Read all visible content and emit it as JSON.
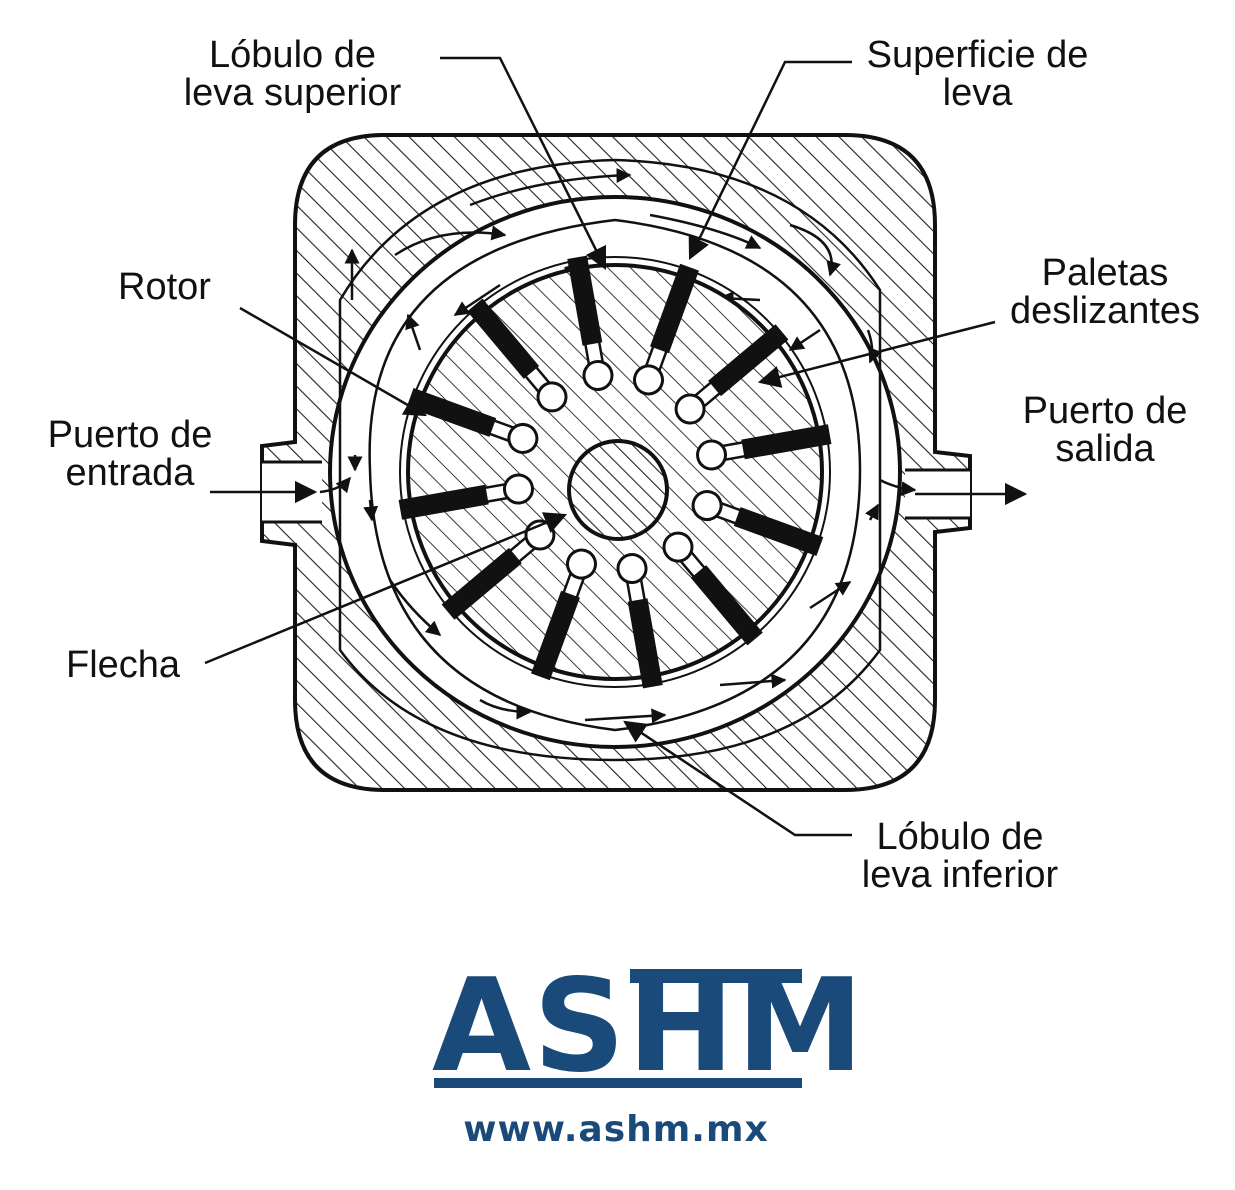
{
  "labels": {
    "lobulo_superior": [
      "Lóbulo de",
      "leva superior"
    ],
    "superficie_leva": [
      "Superficie de",
      "leva"
    ],
    "rotor": [
      "Rotor"
    ],
    "paletas": [
      "Paletas",
      "deslizantes"
    ],
    "puerto_entrada": [
      "Puerto de",
      "entrada"
    ],
    "puerto_salida": [
      "Puerto de",
      "salida"
    ],
    "flecha": [
      "Flecha"
    ],
    "lobulo_inferior": [
      "Lóbulo de",
      "leva inferior"
    ]
  },
  "logo": {
    "text": "ASHM",
    "url": "www.ashm.mx",
    "color": "#1a4a7a"
  },
  "colors": {
    "ink": "#111111",
    "background": "#ffffff",
    "hatch": "#222222"
  },
  "diagram": {
    "vane_count": 12
  }
}
